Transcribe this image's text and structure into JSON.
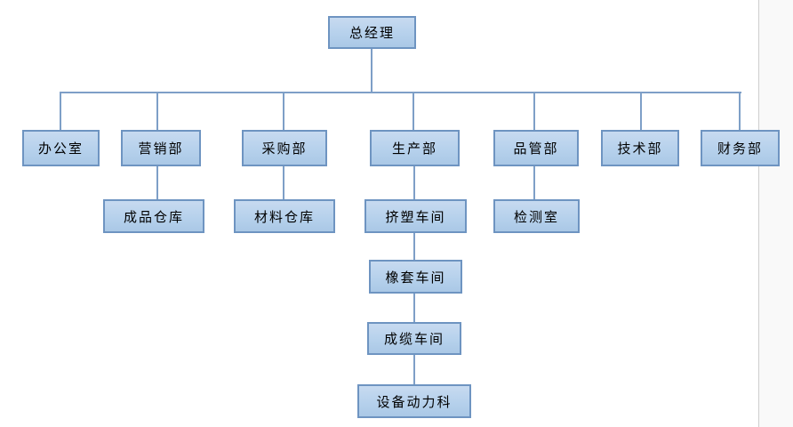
{
  "org_chart": {
    "type": "organization-chart",
    "nodes": {
      "ceo": {
        "label": "总经理"
      },
      "office": {
        "label": "办公室"
      },
      "marketing": {
        "label": "营销部"
      },
      "purchasing": {
        "label": "采购部"
      },
      "production": {
        "label": "生产部"
      },
      "quality": {
        "label": "品管部"
      },
      "tech": {
        "label": "技术部"
      },
      "finance": {
        "label": "财务部"
      },
      "finished": {
        "label": "成品仓库"
      },
      "materials": {
        "label": "材料仓库"
      },
      "extrusion": {
        "label": "挤塑车间"
      },
      "inspection": {
        "label": "检测室"
      },
      "rubber": {
        "label": "橡套车间"
      },
      "cabling": {
        "label": "成缆车间"
      },
      "equipment": {
        "label": "设备动力科"
      }
    },
    "edges": [
      {
        "from": "ceo",
        "to": "office"
      },
      {
        "from": "ceo",
        "to": "marketing"
      },
      {
        "from": "ceo",
        "to": "purchasing"
      },
      {
        "from": "ceo",
        "to": "production"
      },
      {
        "from": "ceo",
        "to": "quality"
      },
      {
        "from": "ceo",
        "to": "tech"
      },
      {
        "from": "ceo",
        "to": "finance"
      },
      {
        "from": "marketing",
        "to": "finished"
      },
      {
        "from": "purchasing",
        "to": "materials"
      },
      {
        "from": "production",
        "to": "extrusion"
      },
      {
        "from": "quality",
        "to": "inspection"
      },
      {
        "from": "extrusion",
        "to": "rubber"
      },
      {
        "from": "rubber",
        "to": "cabling"
      },
      {
        "from": "cabling",
        "to": "equipment"
      }
    ],
    "colors": {
      "box_fill_top": "#c7daf0",
      "box_fill_bottom": "#aac8e6",
      "box_border": "#6e94c1",
      "connector": "#7e9fc7",
      "page_edge_line": "#cfcfcf",
      "offpage_background": "#f9f9f9",
      "text": "#000000"
    }
  }
}
